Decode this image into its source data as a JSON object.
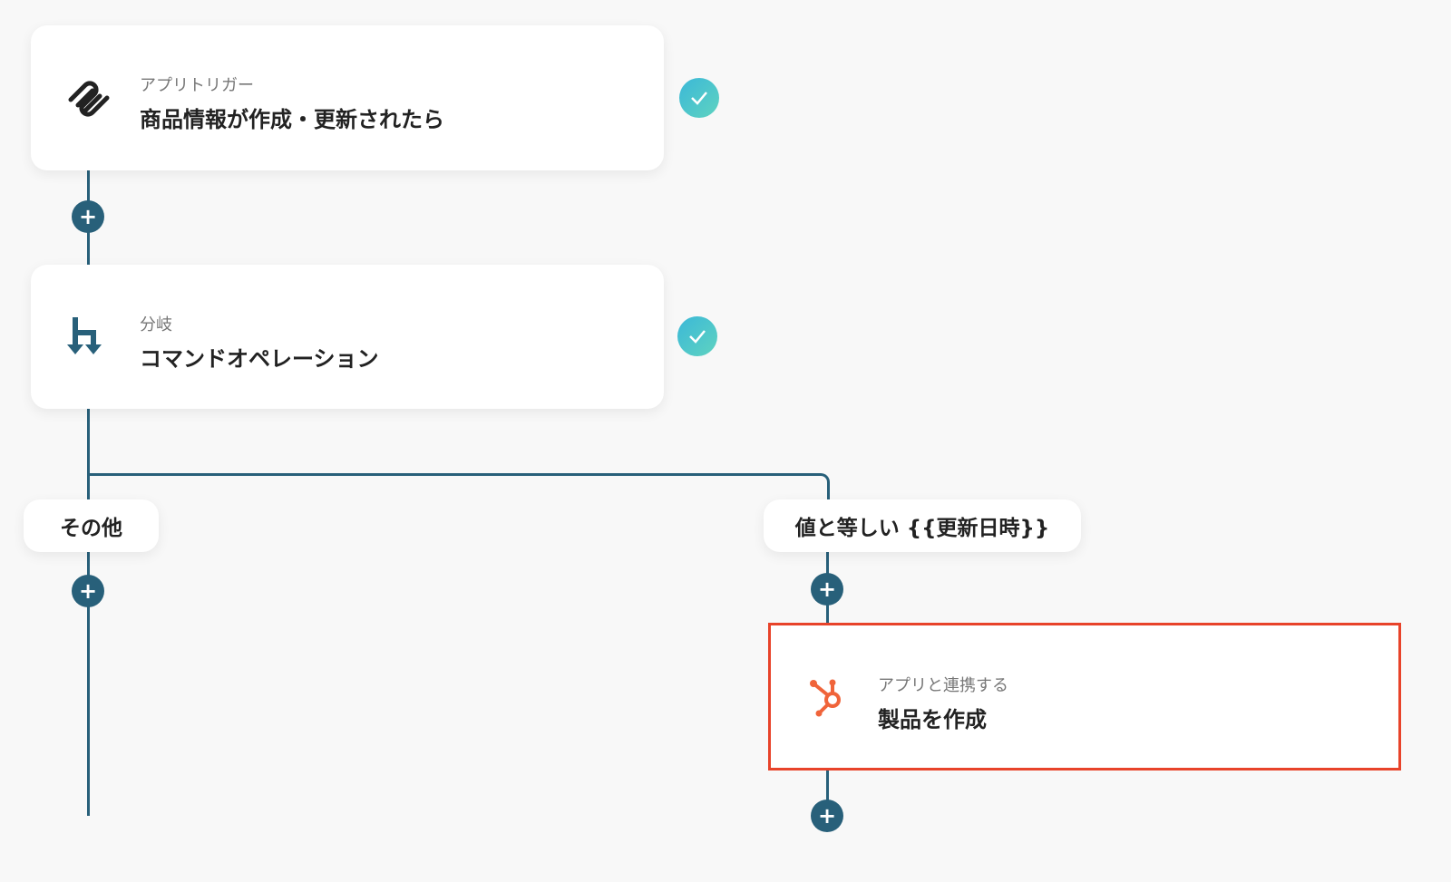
{
  "steps": [
    {
      "subtitle": "アプリトリガー",
      "title": "商品情報が作成・更新されたら",
      "icon": "squarespace-icon",
      "status": "completed"
    },
    {
      "subtitle": "分岐",
      "title": "コマンドオペレーション",
      "icon": "branch-icon",
      "status": "completed"
    },
    {
      "subtitle": "アプリと連携する",
      "title": "製品を作成",
      "icon": "hubspot-icon",
      "highlighted": true
    }
  ],
  "branches": {
    "left": "その他",
    "right": "値と等しい {{更新日時}}"
  },
  "add_label": "+",
  "colors": {
    "connector": "#28607a",
    "highlight": "#e8432a",
    "hubspot": "#f0643a",
    "check": "#3bb8d8"
  }
}
